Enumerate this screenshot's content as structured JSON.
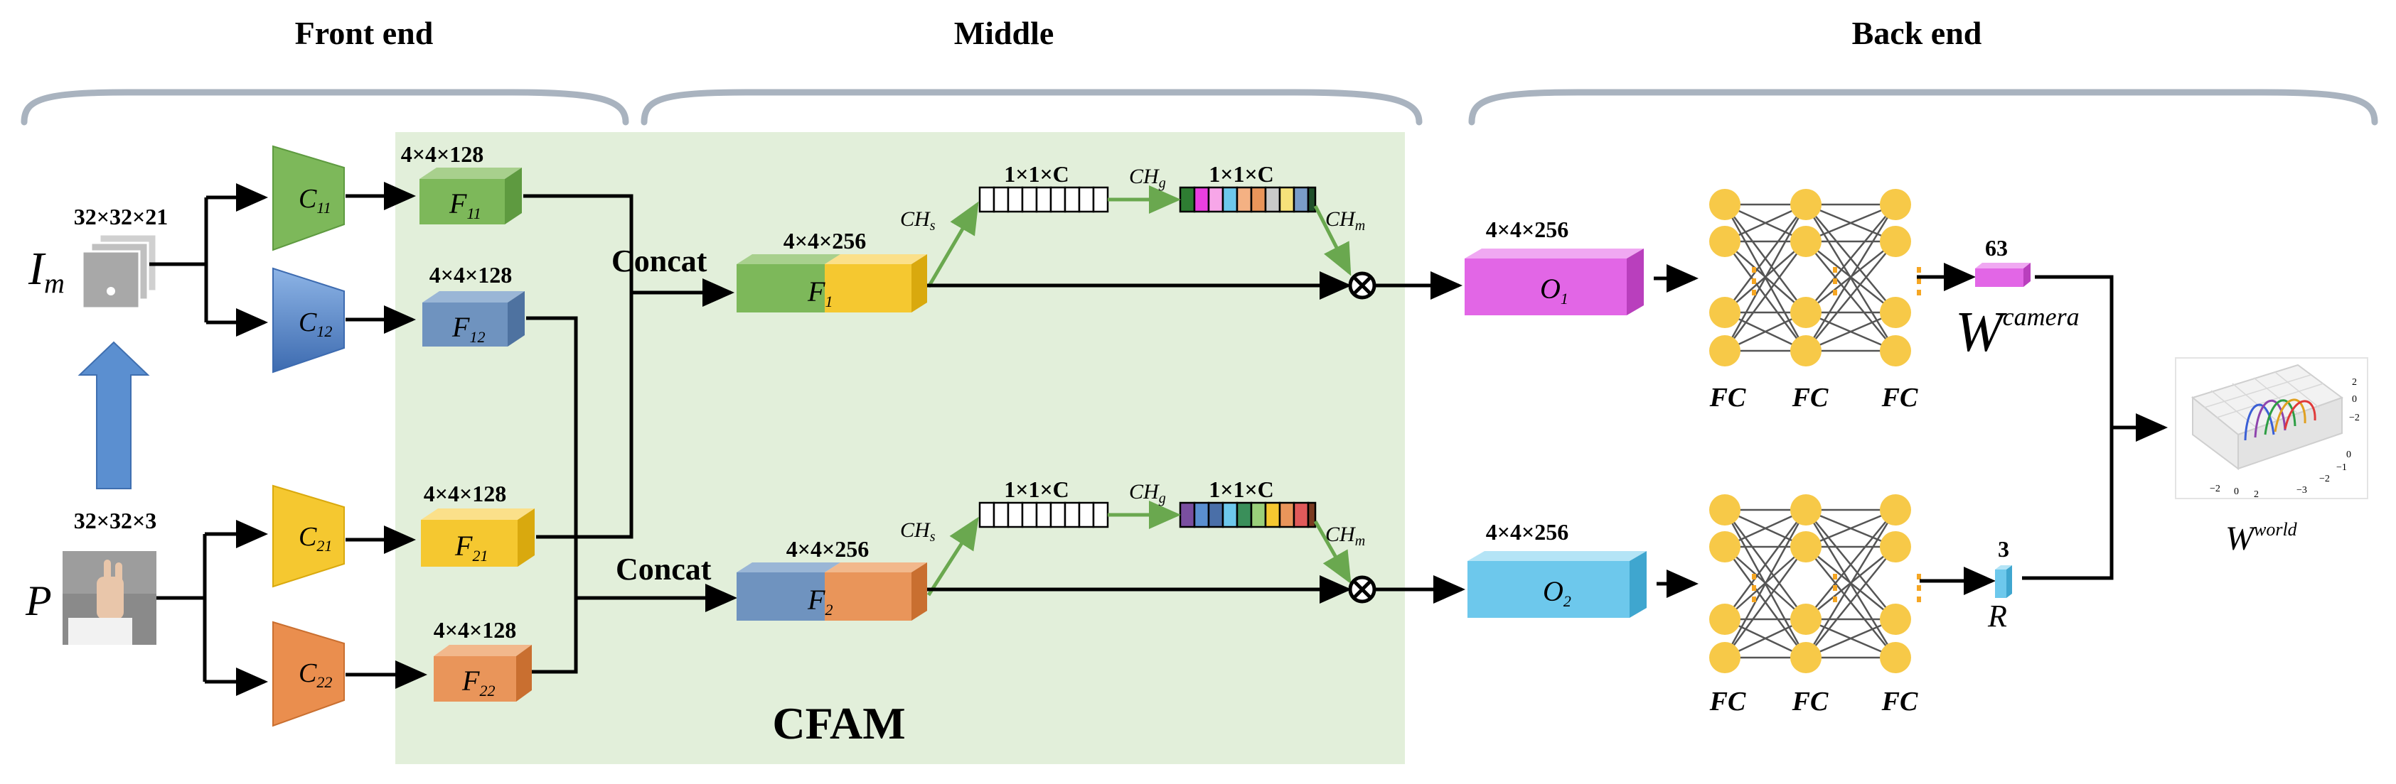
{
  "sections": {
    "front": "Front end",
    "middle": "Middle",
    "back": "Back end"
  },
  "inputs": {
    "im_dim": "32×32×21",
    "im_label": "I",
    "im_sub": "m",
    "p_dim": "32×32×3",
    "p_label": "P"
  },
  "encoders": {
    "c11": {
      "main": "C",
      "sub": "11"
    },
    "c12": {
      "main": "C",
      "sub": "12"
    },
    "c21": {
      "main": "C",
      "sub": "21"
    },
    "c22": {
      "main": "C",
      "sub": "22"
    }
  },
  "features": {
    "f11": {
      "dim": "4×4×128",
      "main": "F",
      "sub": "11"
    },
    "f12": {
      "dim": "4×4×128",
      "main": "F",
      "sub": "12"
    },
    "f21": {
      "dim": "4×4×128",
      "main": "F",
      "sub": "21"
    },
    "f22": {
      "dim": "4×4×128",
      "main": "F",
      "sub": "22"
    }
  },
  "fusion": {
    "concat": "Concat",
    "f1": {
      "dim": "4×4×256",
      "main": "F",
      "sub": "1"
    },
    "f2": {
      "dim": "4×4×256",
      "main": "F",
      "sub": "2"
    },
    "ch_s": {
      "main": "CH",
      "sub": "s"
    },
    "ch_g": {
      "main": "CH",
      "sub": "g"
    },
    "ch_m": {
      "main": "CH",
      "sub": "m"
    },
    "vec_dim": "1×1×C",
    "cfam": "CFAM"
  },
  "outputs": {
    "o1": {
      "dim": "4×4×256",
      "main": "O",
      "sub": "1"
    },
    "o2": {
      "dim": "4×4×256",
      "main": "O",
      "sub": "2"
    },
    "fc": "FC",
    "w_camera_dim": "63",
    "w_main": "W",
    "w_camera_sup": "camera",
    "r_dim": "3",
    "r_label": "R",
    "w_world_sup": "world"
  },
  "colors": {
    "green": "#8fbf5f",
    "blue": "#7094c4",
    "yellow": "#f5c830",
    "orange": "#e9955a",
    "magenta": "#e266e6",
    "cyan": "#6dc8ec",
    "cfam_bg": "#e2efda",
    "arrow_green": "#6aa84f",
    "node": "#f7c948"
  },
  "icons": {
    "up_arrow": "up-arrow-icon",
    "multiply": "multiply-circle-icon",
    "plot": "3d-plot-icon"
  }
}
